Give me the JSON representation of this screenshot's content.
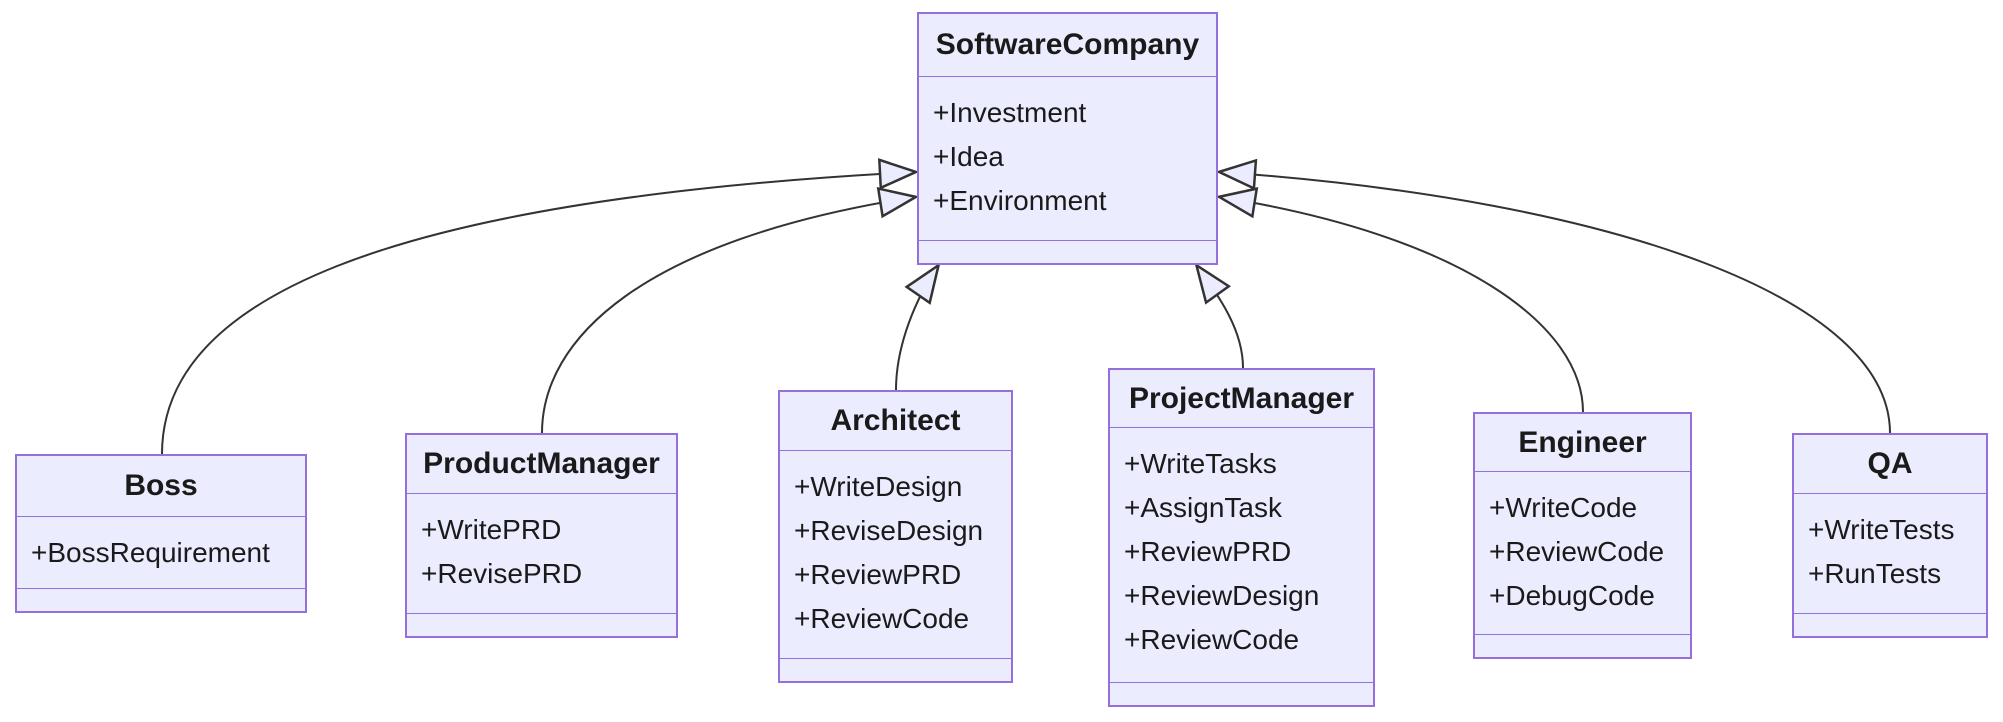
{
  "diagram": {
    "type": "uml-class-diagram",
    "colors": {
      "background": "#FFFFFF",
      "node_fill": "#ECECFF",
      "node_border": "#9370DB",
      "edge_line": "#333333",
      "text": "#1A1A1A"
    },
    "classes": [
      {
        "name": "SoftwareCompany",
        "attributes": [
          "+Investment",
          "+Idea",
          "+Environment"
        ],
        "methods": []
      },
      {
        "name": "Boss",
        "attributes": [
          "+BossRequirement"
        ],
        "methods": []
      },
      {
        "name": "ProductManager",
        "attributes": [
          "+WritePRD",
          "+RevisePRD"
        ],
        "methods": []
      },
      {
        "name": "Architect",
        "attributes": [
          "+WriteDesign",
          "+ReviseDesign",
          "+ReviewPRD",
          "+ReviewCode"
        ],
        "methods": []
      },
      {
        "name": "ProjectManager",
        "attributes": [
          "+WriteTasks",
          "+AssignTask",
          "+ReviewPRD",
          "+ReviewDesign",
          "+ReviewCode"
        ],
        "methods": []
      },
      {
        "name": "Engineer",
        "attributes": [
          "+WriteCode",
          "+ReviewCode",
          "+DebugCode"
        ],
        "methods": []
      },
      {
        "name": "QA",
        "attributes": [
          "+WriteTests",
          "+RunTests"
        ],
        "methods": []
      }
    ],
    "relations": [
      {
        "from": "Boss",
        "to": "SoftwareCompany",
        "type": "inheritance"
      },
      {
        "from": "ProductManager",
        "to": "SoftwareCompany",
        "type": "inheritance"
      },
      {
        "from": "Architect",
        "to": "SoftwareCompany",
        "type": "inheritance"
      },
      {
        "from": "ProjectManager",
        "to": "SoftwareCompany",
        "type": "inheritance"
      },
      {
        "from": "Engineer",
        "to": "SoftwareCompany",
        "type": "inheritance"
      },
      {
        "from": "QA",
        "to": "SoftwareCompany",
        "type": "inheritance"
      }
    ]
  }
}
